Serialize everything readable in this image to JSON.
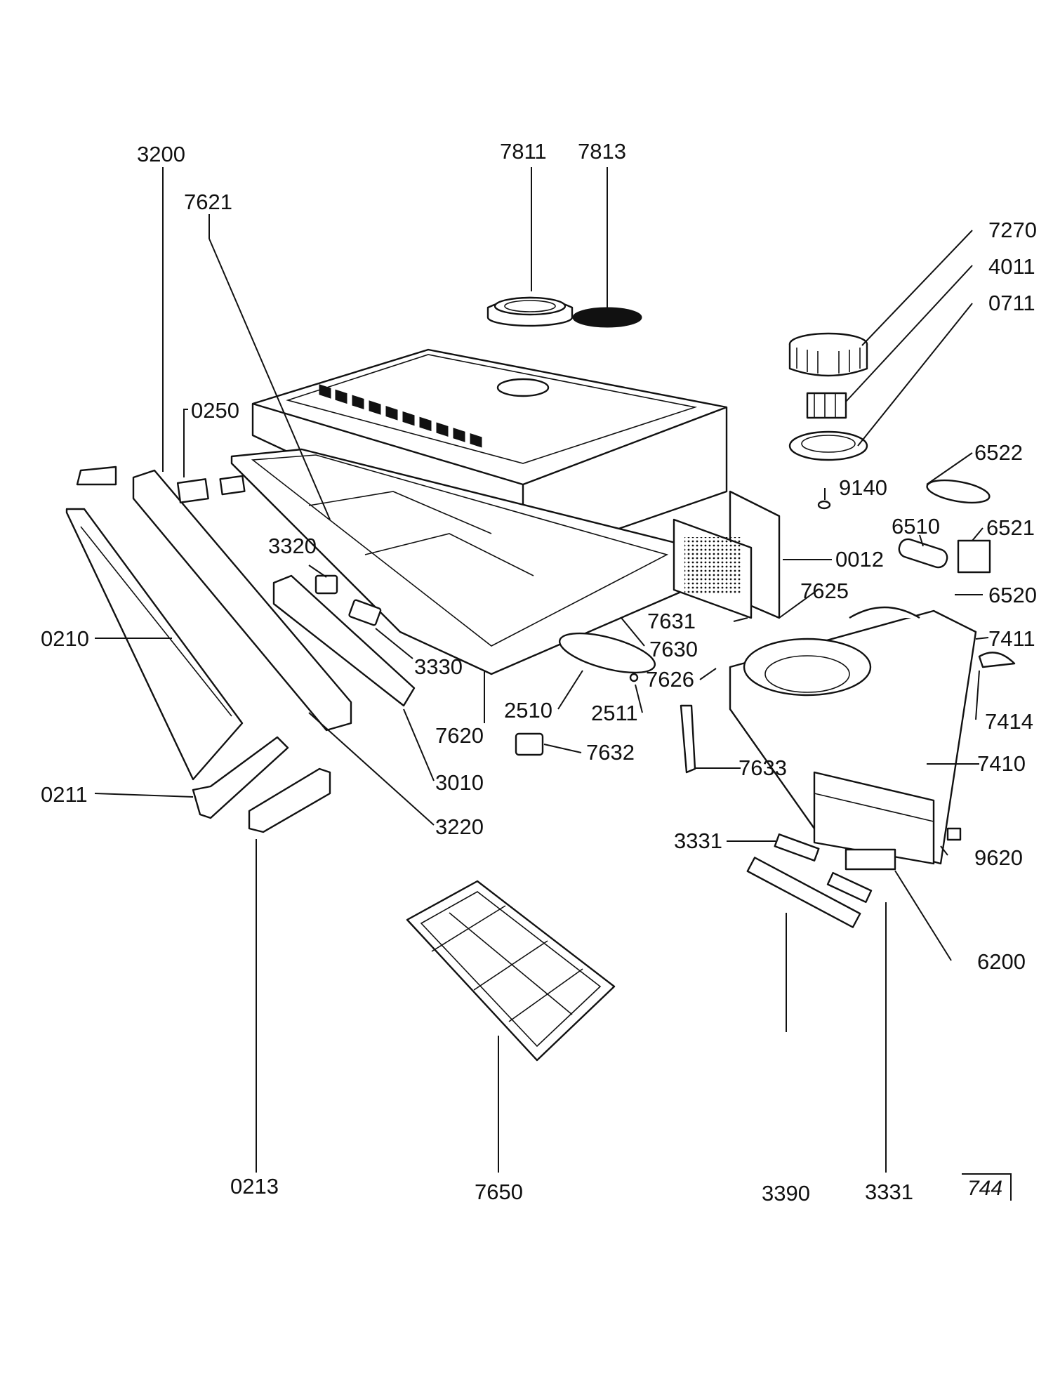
{
  "diagram": {
    "parts": {
      "p3200": "3200",
      "p7621": "7621",
      "p7811": "7811",
      "p7813": "7813",
      "p7270": "7270",
      "p4011": "4011",
      "p0711": "0711",
      "p0250": "0250",
      "p6522": "6522",
      "p9140": "9140",
      "p6510": "6510",
      "p6521": "6521",
      "p3320": "3320",
      "p0012": "0012",
      "p7625": "7625",
      "p6520": "6520",
      "p7631": "7631",
      "p7411": "7411",
      "p0210": "0210",
      "p3330": "3330",
      "p7630": "7630",
      "p7626": "7626",
      "p2510": "2510",
      "p2511": "2511",
      "p7414": "7414",
      "p7620": "7620",
      "p7632": "7632",
      "p7633": "7633",
      "p7410": "7410",
      "p3010": "3010",
      "p0211": "0211",
      "p3220": "3220",
      "p3331a": "3331",
      "p9620": "9620",
      "p6200": "6200",
      "p0213": "0213",
      "p7650": "7650",
      "p3390": "3390",
      "p3331b": "3331"
    },
    "page_ref": "744"
  }
}
